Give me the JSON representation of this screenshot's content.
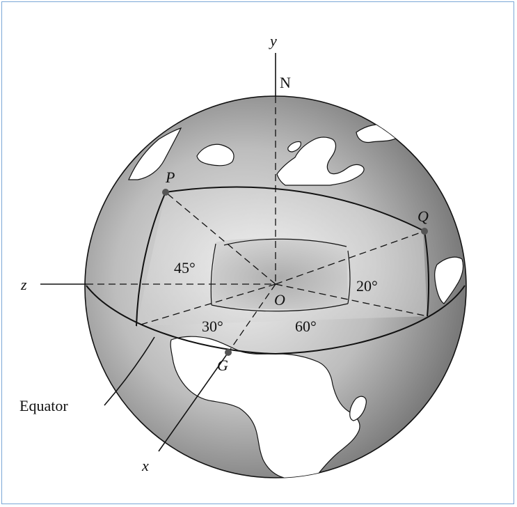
{
  "figure": {
    "axis_labels": {
      "y": "y",
      "z": "z",
      "x": "x"
    },
    "pole_label": "N",
    "origin_label": "O",
    "points": {
      "P": "P",
      "Q": "Q",
      "G": "G"
    },
    "angles": {
      "a45": "45°",
      "a30": "30°",
      "a60": "60°",
      "a20": "20°"
    },
    "equator_label": "Equator",
    "colors": {
      "sphere_dark": "#6f6f6f",
      "sphere_light": "#e9e9e9",
      "land": "#ffffff",
      "line": "#111111",
      "point": "#555555"
    }
  }
}
